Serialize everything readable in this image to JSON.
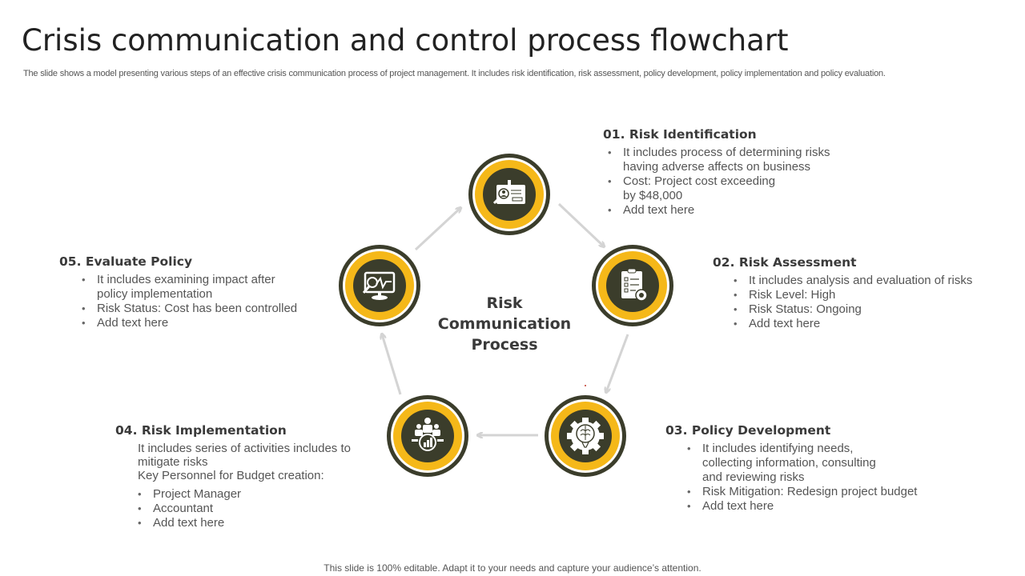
{
  "slide": {
    "title": "Crisis communication and control process flowchart",
    "subtitle": "The slide shows a model presenting various steps of an effective crisis communication process of project management. It includes risk identification, risk assessment, policy development, policy implementation and policy evaluation.",
    "footer": "This slide is 100% editable. Adapt it to your needs and capture your audience’s attention."
  },
  "colors": {
    "dark": "#3b3d2b",
    "yellow": "#f5b819",
    "arrow": "#d4d4d4",
    "heading": "#3a3a3a",
    "body": "#555555"
  },
  "center": {
    "lines": [
      "Risk",
      "Communication",
      "Process"
    ]
  },
  "steps": [
    {
      "id": "01",
      "heading": "01. Risk Identification",
      "icon": "id-card-search-icon",
      "bullets": [
        [
          "It includes process of determining risks",
          "having adverse affects on business"
        ],
        [
          "Cost: Project cost exceeding",
          "by $48,000"
        ],
        [
          "Add text here"
        ]
      ]
    },
    {
      "id": "02",
      "heading": "02. Risk Assessment",
      "icon": "clipboard-gear-icon",
      "bullets": [
        [
          "It includes analysis and evaluation of risks"
        ],
        [
          "Risk Level: High"
        ],
        [
          "Risk Status: Ongoing"
        ],
        [
          "Add text here"
        ]
      ]
    },
    {
      "id": "03",
      "heading": "03. Policy Development",
      "icon": "lightbulb-brain-gear-icon",
      "bullets": [
        [
          "It includes identifying needs,",
          "collecting information, consulting",
          "and reviewing risks"
        ],
        [
          "Risk Mitigation:  Redesign project budget"
        ],
        [
          "Add text here"
        ]
      ]
    },
    {
      "id": "04",
      "heading": "04. Risk Implementation",
      "icon": "team-chart-icon",
      "paragraph": [
        "It includes series of activities includes to",
        "mitigate risks",
        "Key Personnel for Budget creation:"
      ],
      "bullets": [
        [
          "Project Manager"
        ],
        [
          "Accountant"
        ],
        [
          "Add text here"
        ]
      ]
    },
    {
      "id": "05",
      "heading": "05. Evaluate Policy",
      "icon": "monitor-analytics-icon",
      "bullets": [
        [
          "It includes examining impact after",
          "policy implementation"
        ],
        [
          "Risk Status: Cost has been controlled"
        ],
        [
          "Add text here"
        ]
      ]
    }
  ]
}
